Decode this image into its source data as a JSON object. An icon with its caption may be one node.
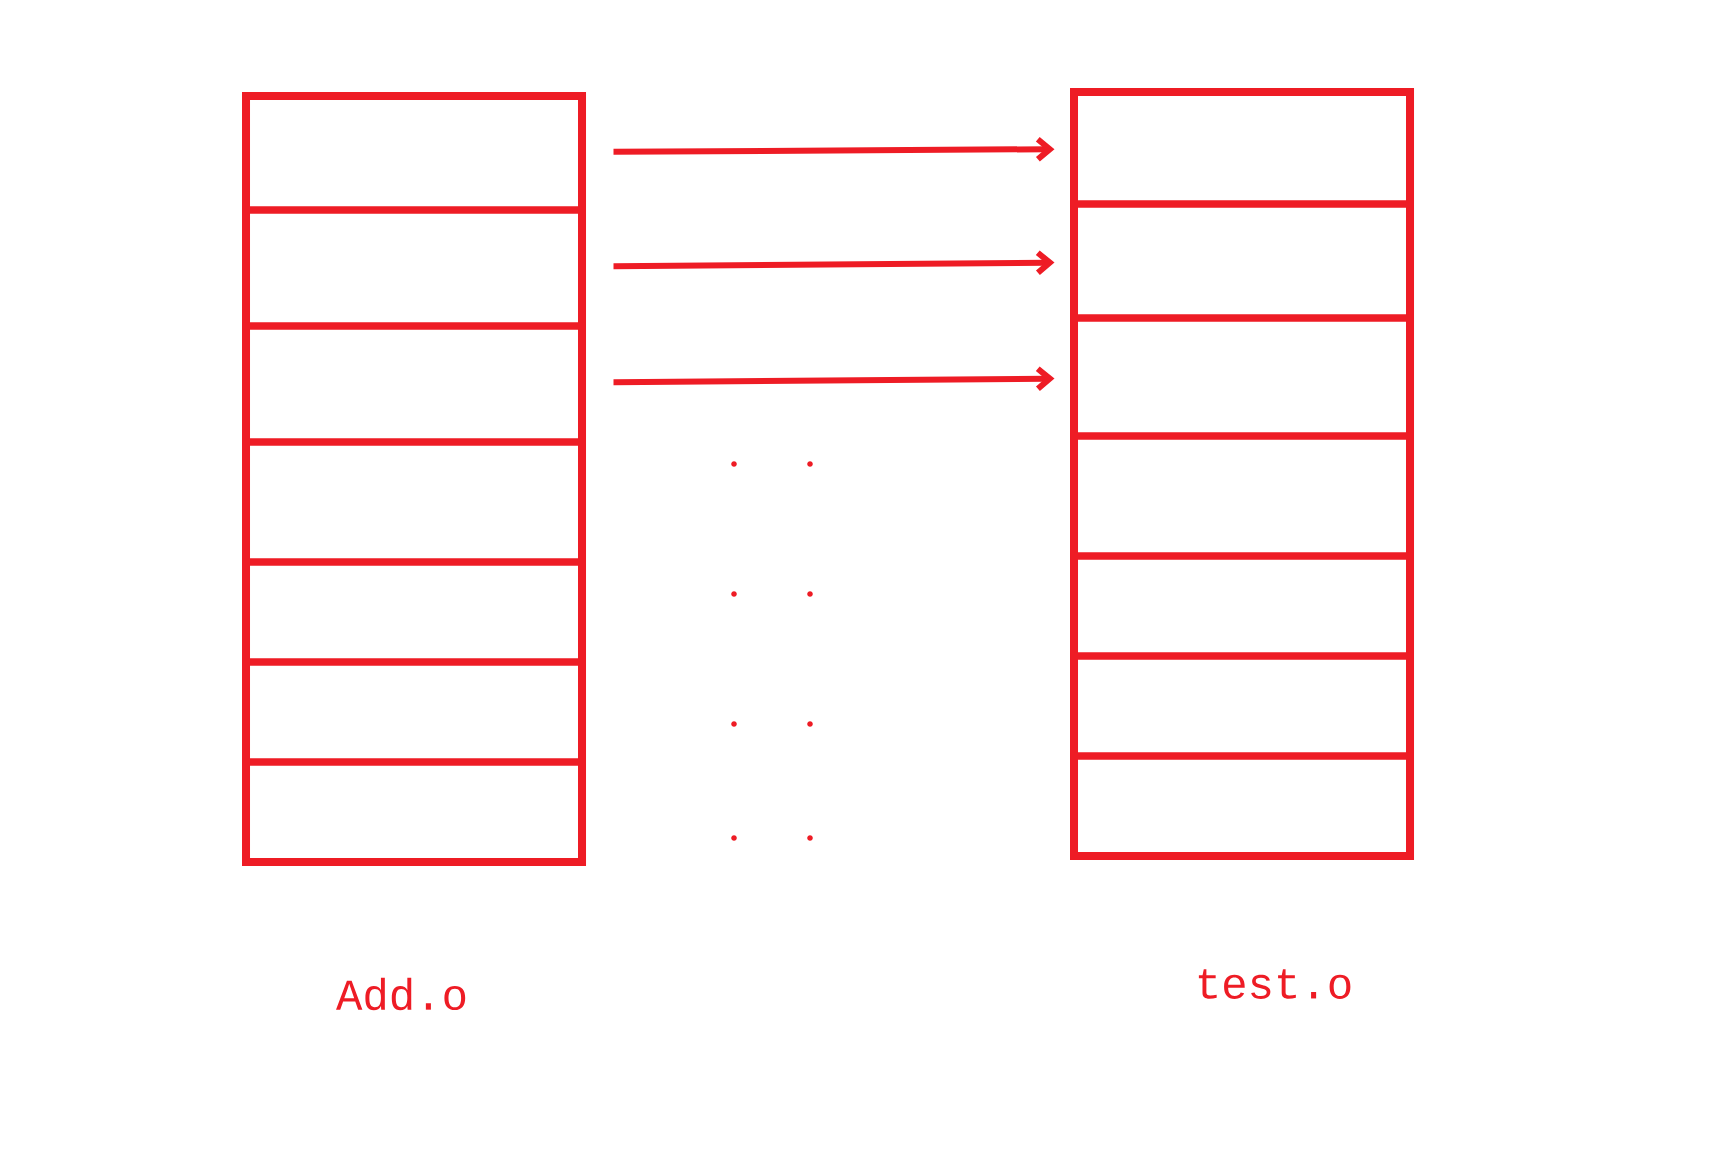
{
  "diagram": {
    "nodes": [
      {
        "text": [
          "Add.o"
        ]
      },
      {
        "text": [],
        "shape": "box",
        "in": 0
      },
      {
        "text": [],
        "shape": "box",
        "in": 0
      },
      {
        "text": [],
        "shape": "box",
        "in": 0
      },
      {
        "text": [],
        "shape": "box",
        "in": 0
      },
      {
        "text": [],
        "shape": "box",
        "in": 0
      },
      {
        "text": [],
        "shape": "box",
        "in": 0
      },
      {
        "text": [],
        "shape": "box",
        "in": 0
      },
      {
        "text": [
          "test.o"
        ]
      },
      {
        "text": [],
        "shape": "box",
        "in": 8
      },
      {
        "text": [],
        "shape": "box",
        "in": 8
      },
      {
        "text": [],
        "shape": "box",
        "in": 8
      },
      {
        "text": [],
        "shape": "box",
        "in": 8
      },
      {
        "text": [],
        "shape": "box",
        "in": 8
      },
      {
        "text": [],
        "shape": "box",
        "in": 8
      },
      {
        "text": [],
        "shape": "box",
        "in": 8
      }
    ],
    "edges": [
      {
        "from": 1,
        "to": 9,
        "arrow": "to"
      },
      {
        "from": 2,
        "to": 10,
        "arrow": "to"
      },
      {
        "from": 3,
        "to": 11,
        "arrow": "to"
      }
    ]
  }
}
